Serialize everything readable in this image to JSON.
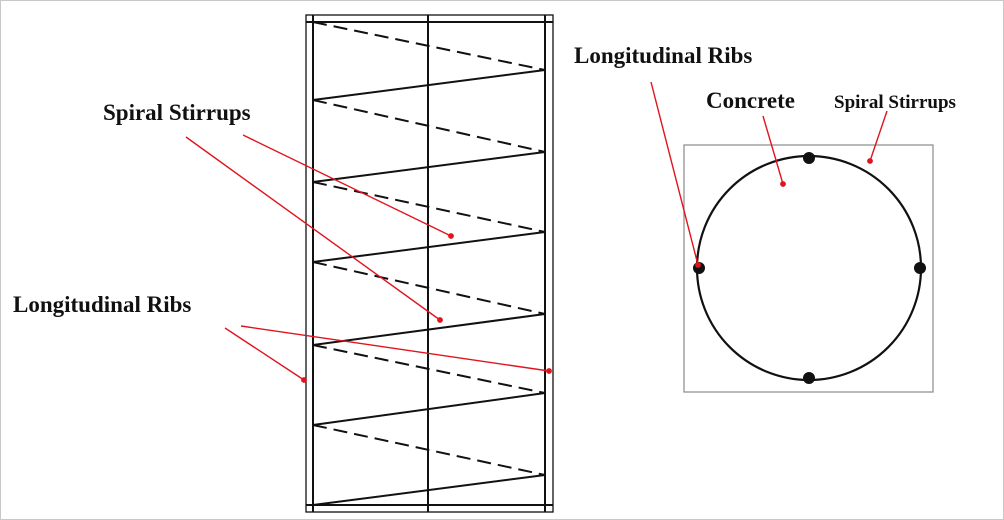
{
  "labels": {
    "spiral_stirrups_left": "Spiral Stirrups",
    "longitudinal_ribs_left": "Longitudinal Ribs",
    "longitudinal_ribs_right": "Longitudinal Ribs",
    "concrete": "Concrete",
    "spiral_stirrups_right": "Spiral Stirrups"
  },
  "colors": {
    "line": "#111111",
    "leader": "#e0141e",
    "section_box": "#8a8a8a"
  }
}
